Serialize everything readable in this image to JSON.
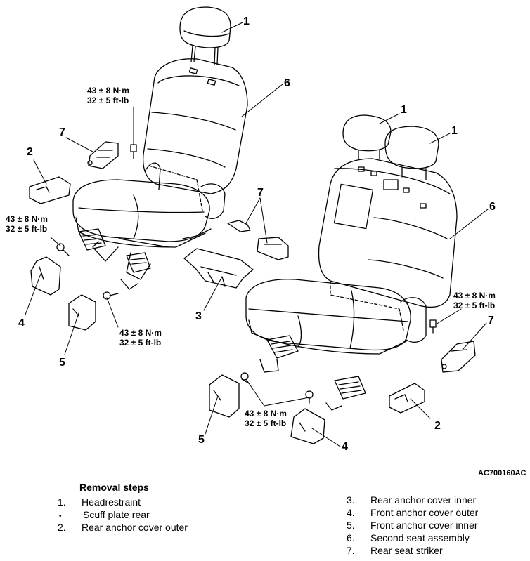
{
  "diagram": {
    "callouts": {
      "headrestraint": "1",
      "rear_anchor_cover_outer": "2",
      "rear_anchor_cover_inner": "3",
      "front_anchor_cover_outer": "4",
      "front_anchor_cover_inner": "5",
      "second_seat_assembly": "6",
      "rear_seat_striker": "7"
    },
    "torque": {
      "line1": "43 ± 8 N·m",
      "line2": "32 ± 5 ft-lb"
    },
    "figure_code": "AC700160AC"
  },
  "removal": {
    "title": "Removal steps",
    "left_steps": [
      {
        "num": "1.",
        "text": "Headrestraint"
      },
      {
        "num": "•",
        "text": "Scuff plate rear"
      },
      {
        "num": "2.",
        "text": "Rear anchor cover outer"
      }
    ],
    "right_steps": [
      {
        "num": "3.",
        "text": "Rear anchor cover inner"
      },
      {
        "num": "4.",
        "text": "Front anchor cover outer"
      },
      {
        "num": "5.",
        "text": "Front anchor cover inner"
      },
      {
        "num": "6.",
        "text": "Second seat assembly"
      },
      {
        "num": "7.",
        "text": "Rear seat striker"
      }
    ]
  }
}
